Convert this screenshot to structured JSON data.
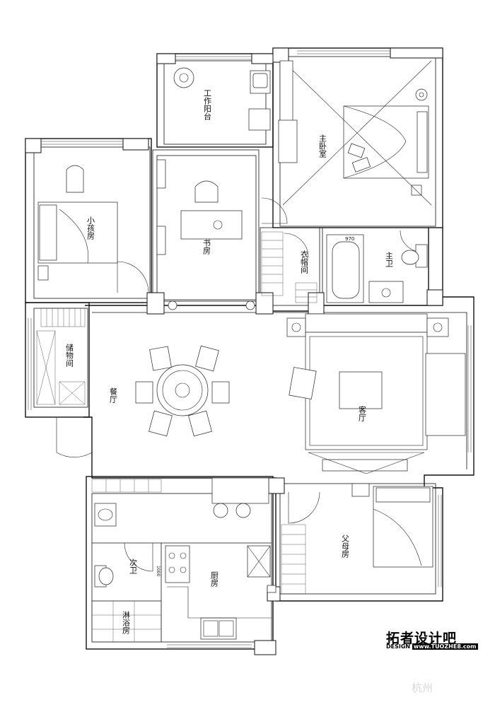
{
  "rooms": {
    "work_balcony": "工作阳台",
    "master_bedroom": "主卧室",
    "small_child_room": "小孩房",
    "study": "书房",
    "walk_in_closet": "衣帽间",
    "master_bath": "主卫",
    "storage": "储物间",
    "dining": "餐厅",
    "living": "客厅",
    "parents_room": "父母房",
    "guest_bath": "次卫",
    "kitchen": "厨房",
    "shower": "淋浴房"
  },
  "fixtures": {
    "bathtub_size": "970",
    "counter_size": "1000"
  },
  "logo": {
    "main": "拓者设计吧",
    "sub_prefix": "DESIGN",
    "sub_url": "www.TUOZHE8.com"
  },
  "watermark": "杭州"
}
